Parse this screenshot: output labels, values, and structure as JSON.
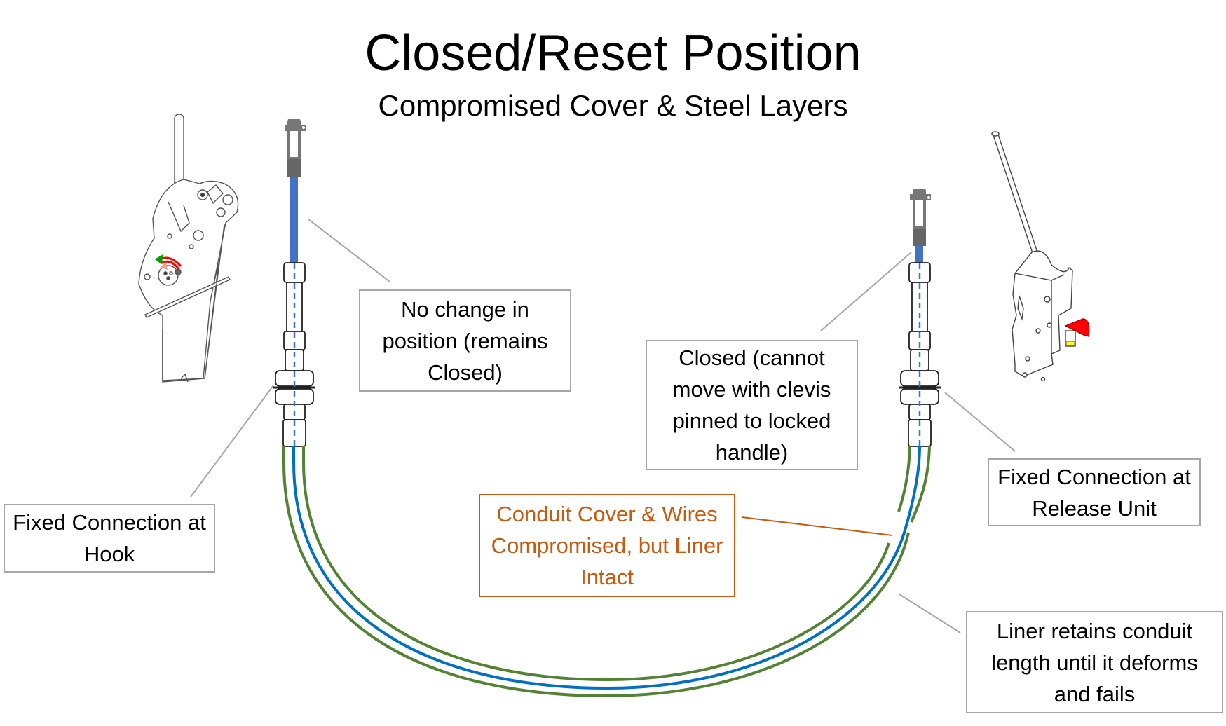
{
  "title": "Closed/Reset Position",
  "subtitle": "Compromised Cover & Steel Layers",
  "callouts": {
    "hook_connection": "Fixed Connection at Hook",
    "no_change": "No change in position (remains Closed)",
    "closed_clevis": "Closed (cannot move with clevis pinned to locked handle)",
    "conduit_compromised": "Conduit Cover & Wires Compromised, but Liner Intact",
    "release_connection": "Fixed Connection at Release Unit",
    "liner_retains": "Liner retains conduit length until it deforms and fails"
  },
  "components": {
    "left_device": "hook-mechanism",
    "right_device": "release-unit",
    "cable_layers": [
      "conduit-cover",
      "steel-wires",
      "liner",
      "inner-core"
    ]
  },
  "colors": {
    "core_blue": "#4472c4",
    "liner_blue": "#0070c0",
    "conduit_green": "#548235",
    "callout_orange": "#c55a11",
    "callout_border": "#a6a6a6",
    "leader_gray": "#a6a6a6",
    "release_red": "#ff0000",
    "release_yellow": "#ffff00"
  }
}
